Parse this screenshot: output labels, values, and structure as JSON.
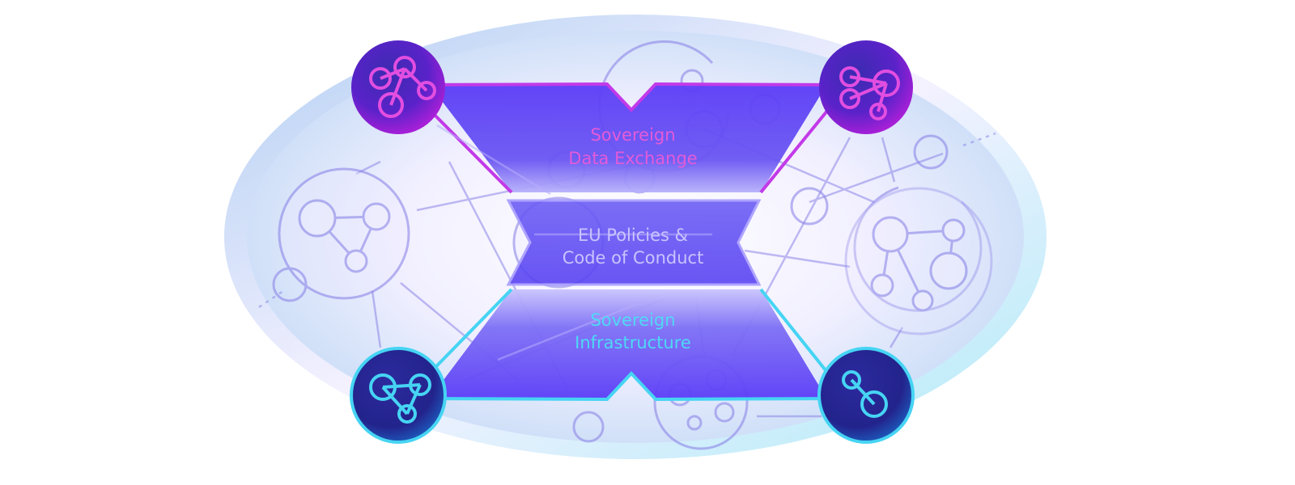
{
  "diagram": {
    "top_label": {
      "line1": "Sovereign",
      "line2": "Data Exchange",
      "color": "#e35bd8"
    },
    "center_label": {
      "line1": "EU Policies &",
      "line2": "Code of Conduct",
      "color": "#c9c3ff"
    },
    "bottom_label": {
      "line1": "Sovereign",
      "line2": "Infrastructure",
      "color": "#4fd8f5"
    },
    "colors": {
      "x_fill": "#5a3cf6",
      "magenta_edge": "#c23ae8",
      "cyan_edge": "#46d4f3",
      "node_dark": "#3a2aa8",
      "network_line": "#8d86e8",
      "ellipse": "#d9ecfb"
    },
    "icons": [
      "network-node-icon"
    ]
  }
}
